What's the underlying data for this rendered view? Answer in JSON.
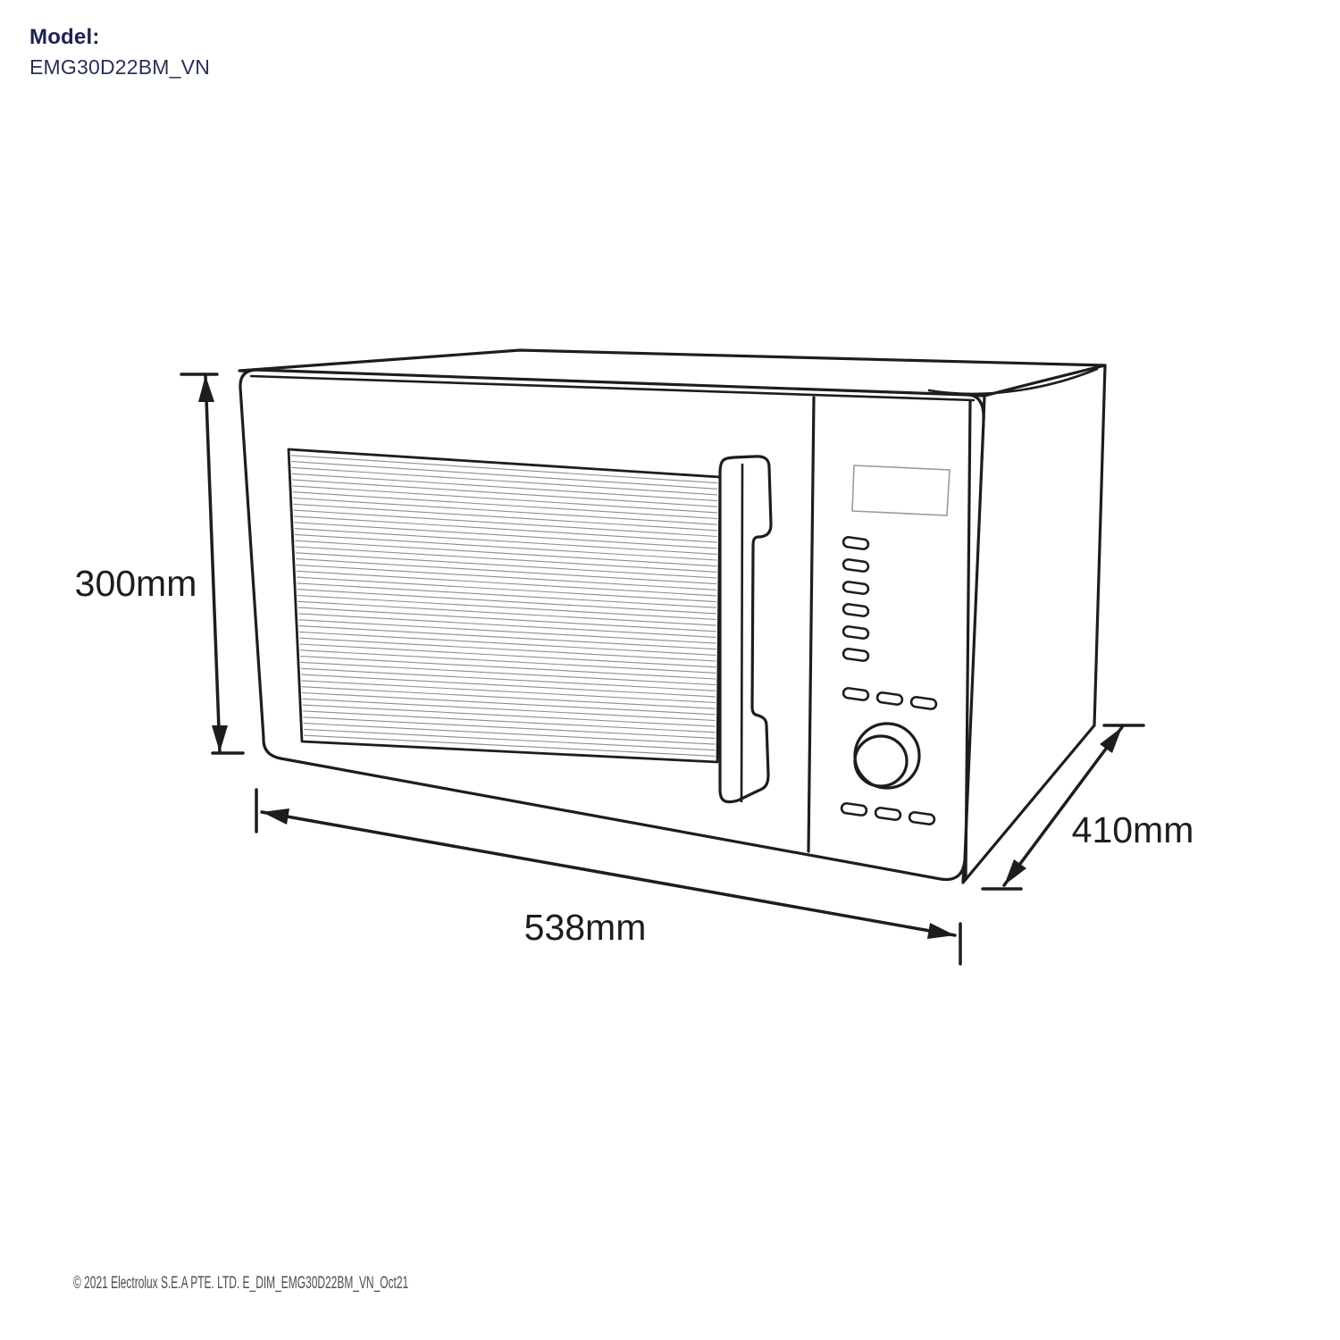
{
  "header": {
    "model_label": "Model:",
    "model_value": "EMG30D22BM_VN"
  },
  "drawing": {
    "subject": "microwave oven",
    "dimension_height": "300mm",
    "dimension_width": "538mm",
    "dimension_depth": "410mm"
  },
  "footer": {
    "copyright": "© 2021 Electrolux S.E.A PTE. LTD. E_DIM_EMG30D22BM_VN_Oct21"
  },
  "colors": {
    "line": "#1d1d1b",
    "brand_navy": "#1b2150",
    "model_text": "#2a3057",
    "footer_text": "#4d4d4f",
    "hatch_line": "#8d8d8d",
    "display_outline": "#9a9a9a",
    "background": "#ffffff"
  }
}
